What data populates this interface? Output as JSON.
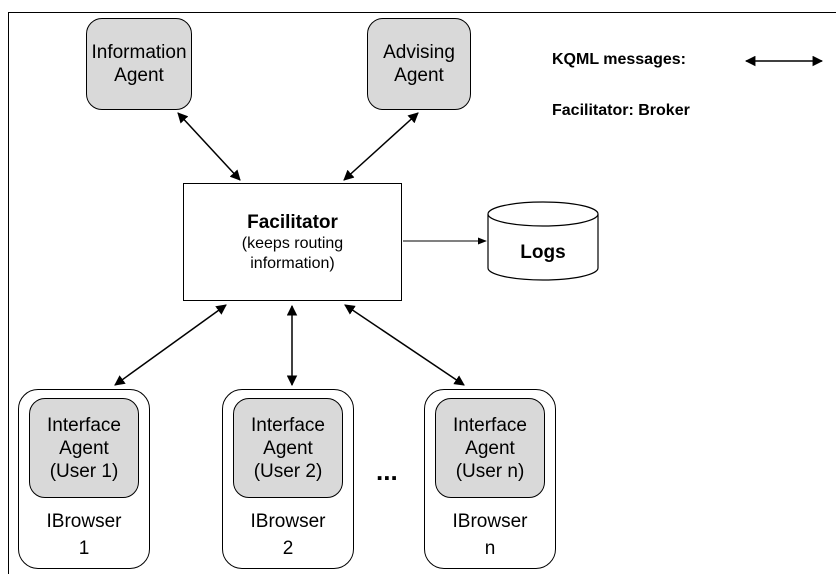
{
  "information_agent": {
    "line1": "Information",
    "line2": "Agent"
  },
  "advising_agent": {
    "line1": "Advising",
    "line2": "Agent"
  },
  "facilitator": {
    "title": "Facilitator",
    "sub1": "(keeps routing",
    "sub2": "information)"
  },
  "logs": {
    "label": "Logs"
  },
  "legend": {
    "kqml": "KQML messages:",
    "facilitator": "Facilitator: Broker"
  },
  "ellipsis": "...",
  "browsers": [
    {
      "agent1": "Interface",
      "agent2": "Agent",
      "agent3": "(User 1)",
      "name1": "IBrowser",
      "name2": "1"
    },
    {
      "agent1": "Interface",
      "agent2": "Agent",
      "agent3": "(User 2)",
      "name1": "IBrowser",
      "name2": "2"
    },
    {
      "agent1": "Interface",
      "agent2": "Agent",
      "agent3": "(User n)",
      "name1": "IBrowser",
      "name2": "n"
    }
  ],
  "colors": {
    "agent_fill": "#d9d9d9",
    "stroke": "#000000"
  }
}
